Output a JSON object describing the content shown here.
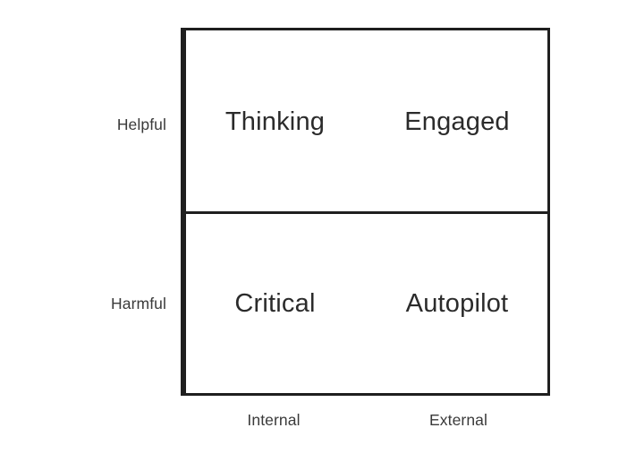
{
  "chart_data": {
    "type": "table",
    "title": "",
    "xlabel": "",
    "ylabel": "",
    "grid": true,
    "legend": "none",
    "layout": "2x2-matrix",
    "x_categories": [
      "Internal",
      "External"
    ],
    "y_categories": [
      "Helpful",
      "Harmful"
    ],
    "cells": [
      {
        "row": "Helpful",
        "column": "Internal",
        "label": "Thinking"
      },
      {
        "row": "Helpful",
        "column": "External",
        "label": "Engaged"
      },
      {
        "row": "Harmful",
        "column": "Internal",
        "label": "Critical"
      },
      {
        "row": "Harmful",
        "column": "External",
        "label": "Autopilot"
      }
    ]
  },
  "matrix": {
    "row_labels": {
      "helpful": "Helpful",
      "harmful": "Harmful"
    },
    "column_labels": {
      "internal": "Internal",
      "external": "External"
    },
    "quadrants": {
      "top_left": "Thinking",
      "top_right": "Engaged",
      "bottom_left": "Critical",
      "bottom_right": "Autopilot"
    }
  },
  "colors": {
    "background": "#ffffff",
    "border": "#1f1f1f",
    "quadrant_text": "#2b2b2b",
    "axis_text": "#3a3a3a"
  }
}
